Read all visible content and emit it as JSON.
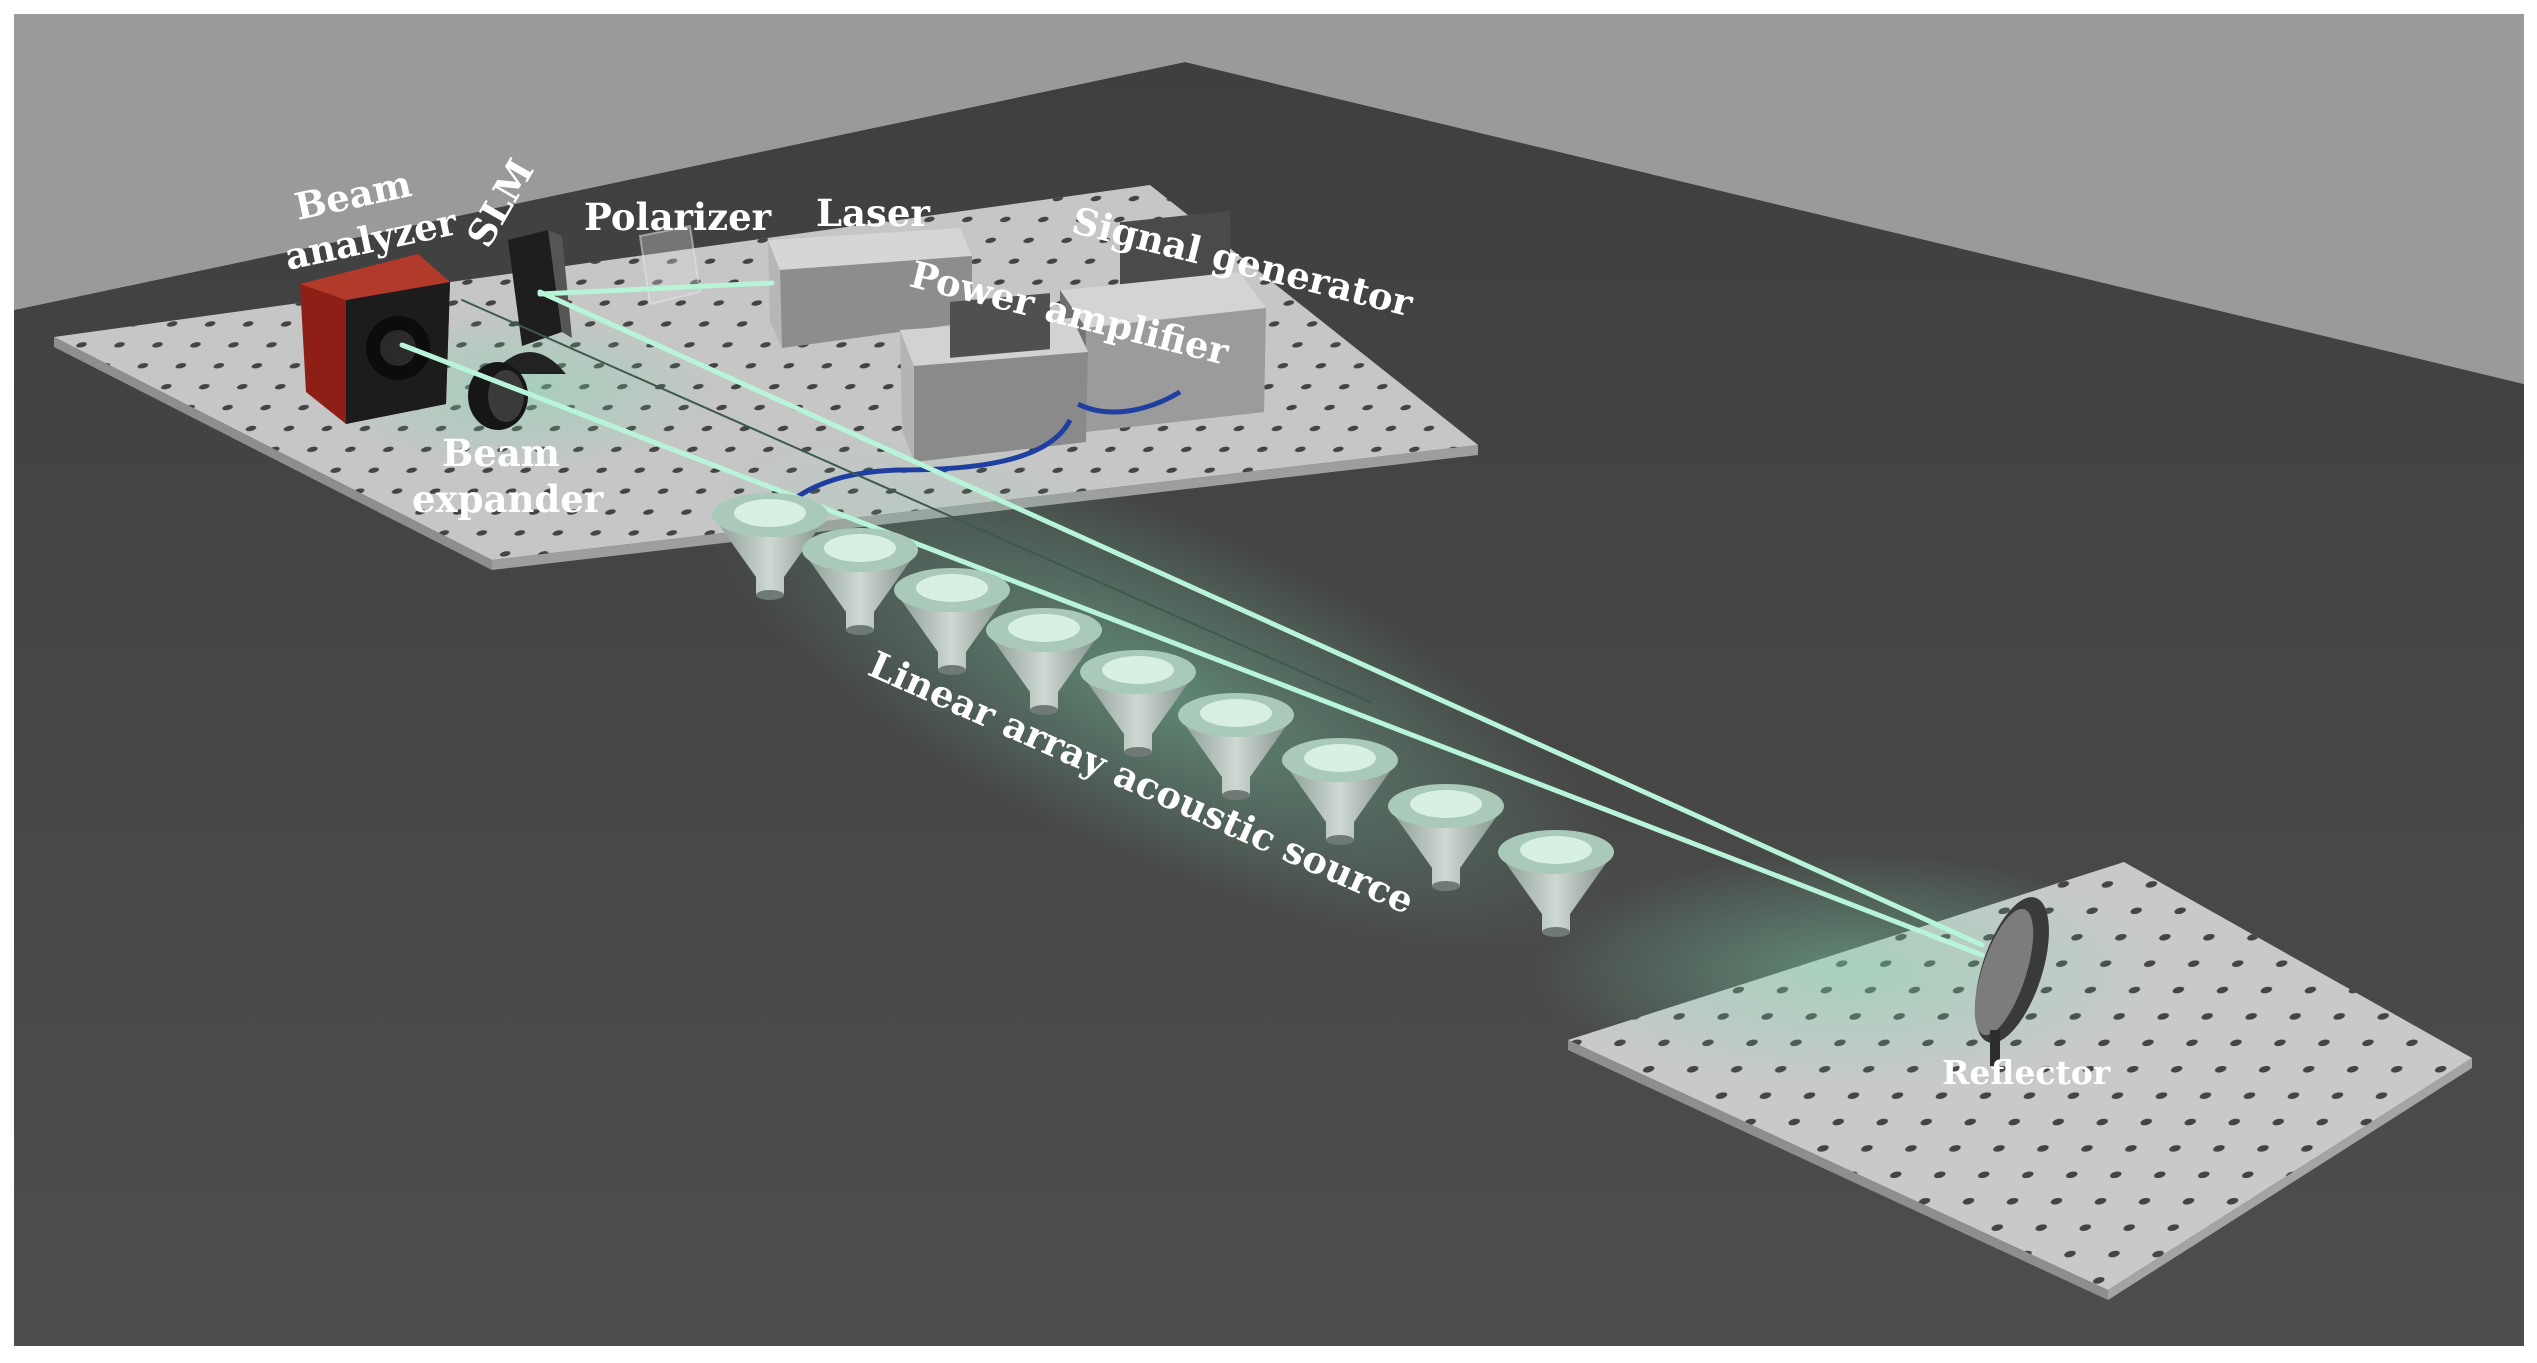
{
  "labels": {
    "beam_analyzer_line1": "Beam",
    "beam_analyzer_line2": "analyzer",
    "slm": "SLM",
    "polarizer": "Polarizer",
    "laser": "Laser",
    "signal_generator": "Signal generator",
    "power_amplifier": "Power amplifier",
    "beam_expander_line1": "Beam",
    "beam_expander_line2": "expander",
    "linear_array": "Linear array acoustic source",
    "reflector": "Reflector"
  },
  "acoustic_source_count": 9,
  "colors": {
    "background_wall": "#9a9a9a",
    "floor": "#4a4a4a",
    "optical_table": "#c9c9c9",
    "table_hole": "#3c3c3c",
    "laser_beam": "#b8f5d8",
    "beam_analyzer_body": "#8e1f16",
    "cable": "#1f3fa0",
    "label_text": "#ffffff"
  }
}
